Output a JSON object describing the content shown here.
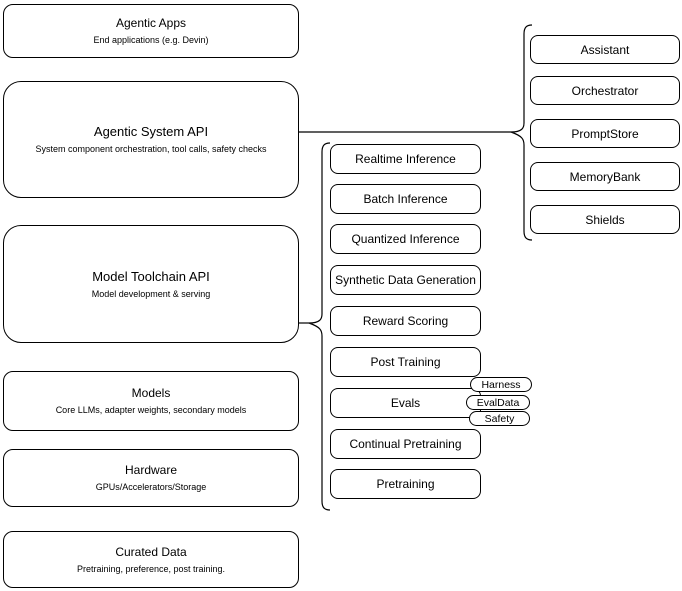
{
  "left_stack": [
    {
      "title": "Agentic Apps",
      "subtitle": "End applications (e.g. Devin)"
    },
    {
      "title": "Agentic System API",
      "subtitle": "System component orchestration, tool calls, safety checks"
    },
    {
      "title": "Model Toolchain API",
      "subtitle": "Model development & serving"
    },
    {
      "title": "Models",
      "subtitle": "Core LLMs, adapter weights, secondary models"
    },
    {
      "title": "Hardware",
      "subtitle": "GPUs/Accelerators/Storage"
    },
    {
      "title": "Curated Data",
      "subtitle": "Pretraining, preference, post training."
    }
  ],
  "toolchain_items": [
    "Realtime Inference",
    "Batch Inference",
    "Quantized Inference",
    "Synthetic Data Generation",
    "Reward Scoring",
    "Post Training",
    "Evals",
    "Continual Pretraining",
    "Pretraining"
  ],
  "eval_tags": [
    "Harness",
    "EvalData",
    "Safety"
  ],
  "system_components": [
    "Assistant",
    "Orchestrator",
    "PromptStore",
    "MemoryBank",
    "Shields"
  ],
  "colors": {
    "stroke": "#000000",
    "fill": "#ffffff"
  }
}
